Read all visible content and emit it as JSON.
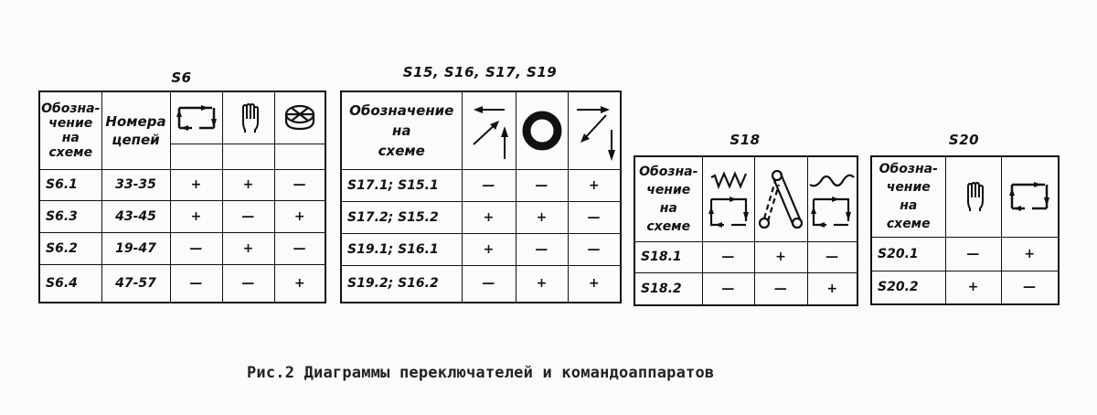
{
  "tables": {
    "s6": {
      "title": "S6",
      "col_designation": "Обозна-\nчение\nна\nсхеме",
      "col_circuits": "Номера\nцепей",
      "icons": [
        "cycle-rectangle-icon",
        "hand-icon",
        "cam-drum-icon"
      ],
      "rows": [
        {
          "id": "S6.1",
          "circuits": "33-35",
          "values": [
            "+",
            "+",
            "—"
          ]
        },
        {
          "id": "S6.3",
          "circuits": "43-45",
          "values": [
            "+",
            "—",
            "+"
          ]
        },
        {
          "id": "S6.2",
          "circuits": "19-47",
          "values": [
            "—",
            "+",
            "—"
          ]
        },
        {
          "id": "S6.4",
          "circuits": "47-57",
          "values": [
            "—",
            "—",
            "+"
          ]
        }
      ]
    },
    "s15": {
      "title": "S15, S16, S17, S19",
      "col_designation": "Обозначение\nна\nсхеме",
      "icons": [
        "arrow-left-up-icon",
        "ring-icon",
        "arrow-right-down-icon"
      ],
      "rows": [
        {
          "id": "S17.1; S15.1",
          "values": [
            "—",
            "—",
            "+"
          ]
        },
        {
          "id": "S17.2; S15.2",
          "values": [
            "+",
            "+",
            "—"
          ]
        },
        {
          "id": "S19.1; S16.1",
          "values": [
            "+",
            "—",
            "—"
          ]
        },
        {
          "id": "S19.2; S16.2",
          "values": [
            "—",
            "+",
            "+"
          ]
        }
      ]
    },
    "s18": {
      "title": "S18",
      "col_designation": "Обозна-\nчение\nна\nсхеме",
      "icons": [
        "spring-cycle-icon",
        "lever-icon",
        "wave-cycle-icon"
      ],
      "rows": [
        {
          "id": "S18.1",
          "values": [
            "—",
            "+",
            "—"
          ]
        },
        {
          "id": "S18.2",
          "values": [
            "—",
            "—",
            "+"
          ]
        }
      ]
    },
    "s20": {
      "title": "S20",
      "col_designation": "Обозна-\nчение\nна\nсхеме",
      "icons": [
        "hand-icon",
        "cycle-rectangle-icon"
      ],
      "rows": [
        {
          "id": "S20.1",
          "values": [
            "—",
            "+"
          ]
        },
        {
          "id": "S20.2",
          "values": [
            "+",
            "—"
          ]
        }
      ]
    }
  },
  "caption": "Рис.2  Диаграммы переключателей и командоаппаратов"
}
